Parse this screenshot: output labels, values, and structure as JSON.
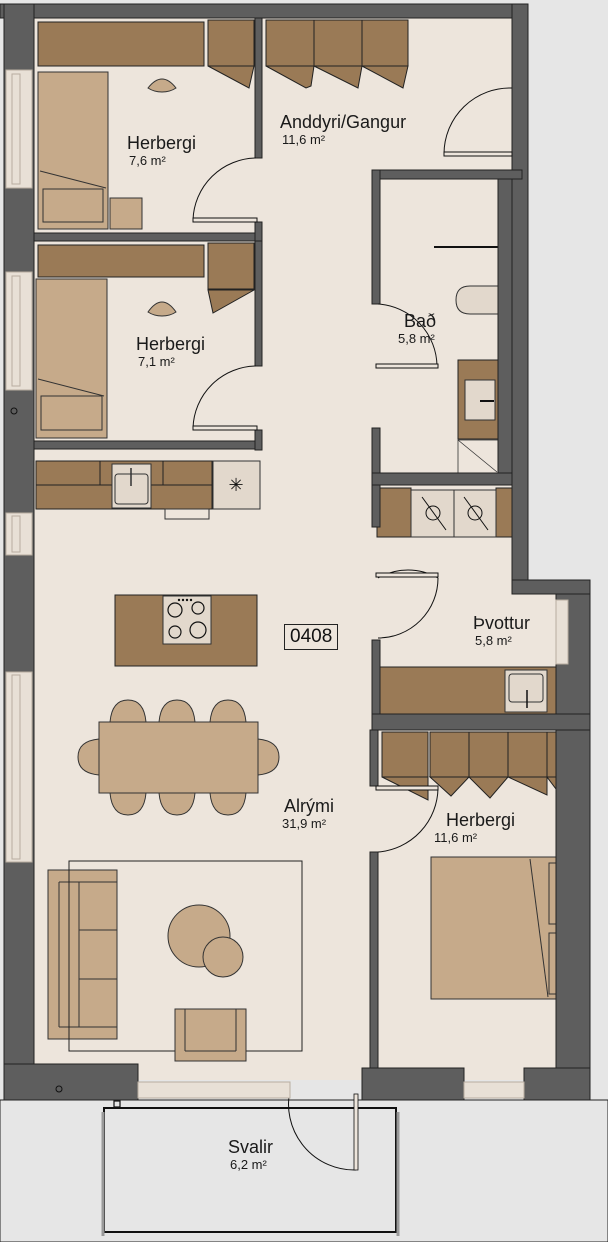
{
  "plan": {
    "unit_number": "0408",
    "colors": {
      "floor": "#ede5dc",
      "wall": "#5e5e5e",
      "wall_outline": "#222222",
      "cabinet": "#9a7a56",
      "furniture": "#c6aa8a",
      "outside": "#e6e6e6",
      "window": "#e8e0d6"
    },
    "rooms": [
      {
        "name": "Herbergi",
        "area": "7,6 m²"
      },
      {
        "name": "Anddyri/Gangur",
        "area": "11,6 m²"
      },
      {
        "name": "Herbergi",
        "area": "7,1 m²"
      },
      {
        "name": "Bað",
        "area": "5,8 m²"
      },
      {
        "name": "Þvottur",
        "area": "5,8 m²"
      },
      {
        "name": "Alrými",
        "area": "31,9 m²"
      },
      {
        "name": "Herbergi",
        "area": "11,6 m²"
      },
      {
        "name": "Svalir",
        "area": "6,2 m²"
      }
    ],
    "icons": {
      "stove": "cooktop-icon",
      "sink": "sink-icon",
      "fridge": "asterisk-icon",
      "washer": "washing-machine-icon",
      "toilet": "toilet-icon"
    }
  }
}
